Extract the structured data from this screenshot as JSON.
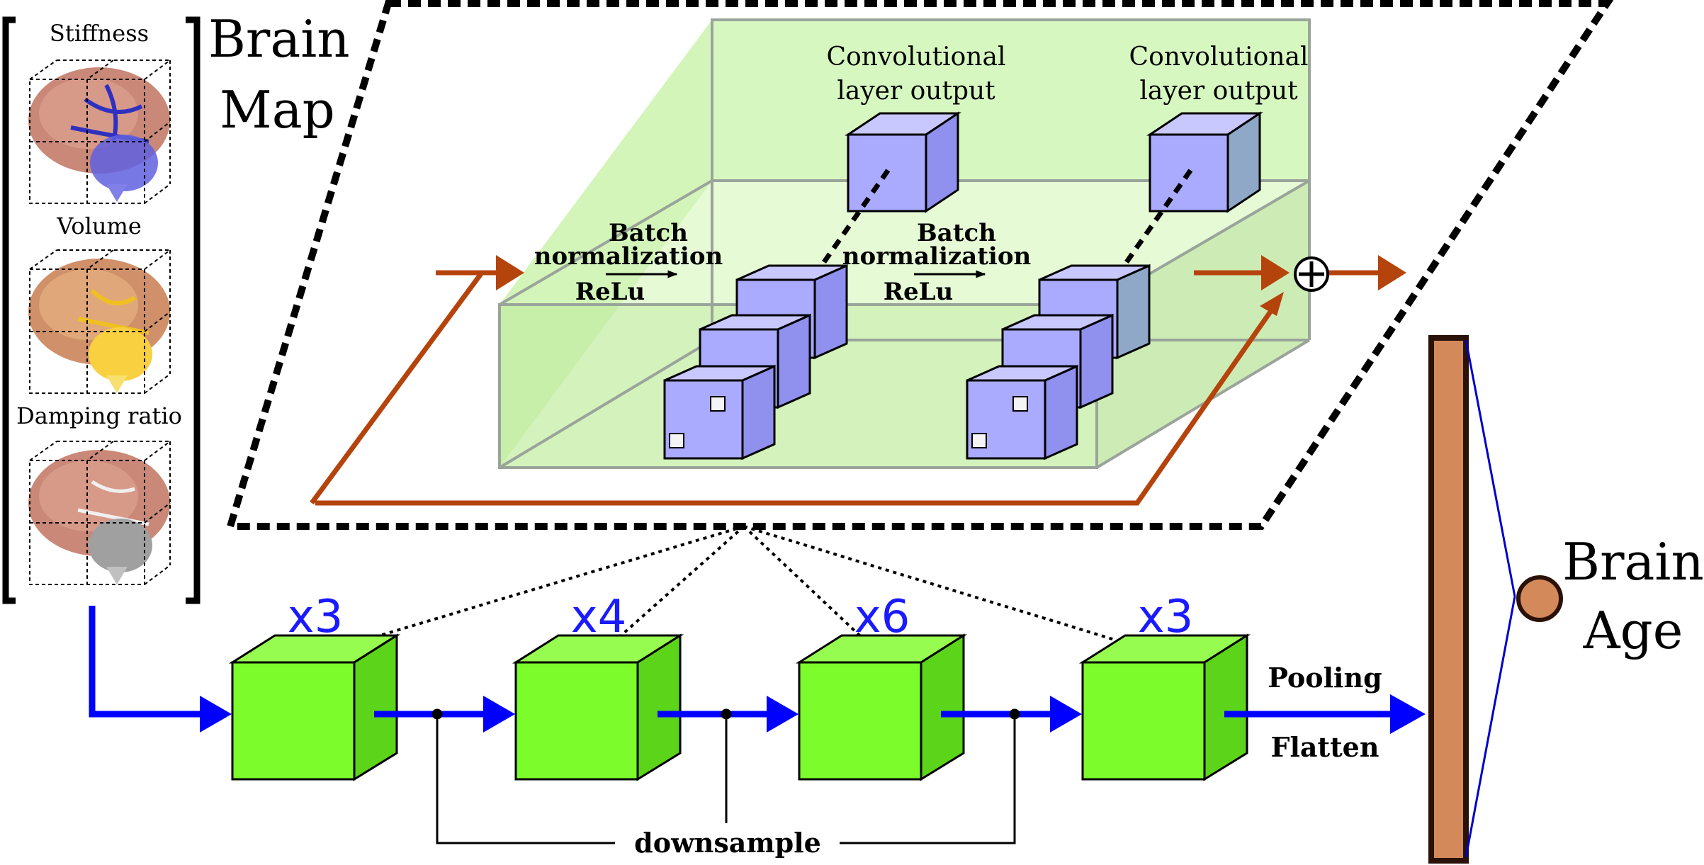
{
  "brain_map": {
    "title_line1": "Brain",
    "title_line2": "Map",
    "panels": [
      {
        "label": "Stiffness"
      },
      {
        "label": "Volume"
      },
      {
        "label": "Damping ratio"
      }
    ]
  },
  "block_detail": {
    "conv_label_1_line1": "Convolutional",
    "conv_label_1_line2": "layer output",
    "conv_label_2_line1": "Convolutional",
    "conv_label_2_line2": "layer output",
    "op1_line1": "Batch",
    "op1_line2": "normalization",
    "op1_line3": "ReLu",
    "op2_line1": "Batch",
    "op2_line2": "normalization",
    "op2_line3": "ReLu",
    "sum_symbol": "⊕"
  },
  "stages": [
    {
      "repeat": "x3"
    },
    {
      "repeat": "x4"
    },
    {
      "repeat": "x6"
    },
    {
      "repeat": "x3"
    }
  ],
  "labels": {
    "downsample": "downsample",
    "pooling": "Pooling",
    "flatten": "Flatten",
    "output_line1": "Brain",
    "output_line2": "Age"
  },
  "colors": {
    "stage_cube": "#7cfc2a",
    "conv_cube": "#aaaaff",
    "residual_arrow": "#b5440c",
    "main_arrow": "#0000ff",
    "repeat_text": "#1a1aff",
    "dense_layer": "#d4895a",
    "detail_box": "#d2f5b4"
  }
}
